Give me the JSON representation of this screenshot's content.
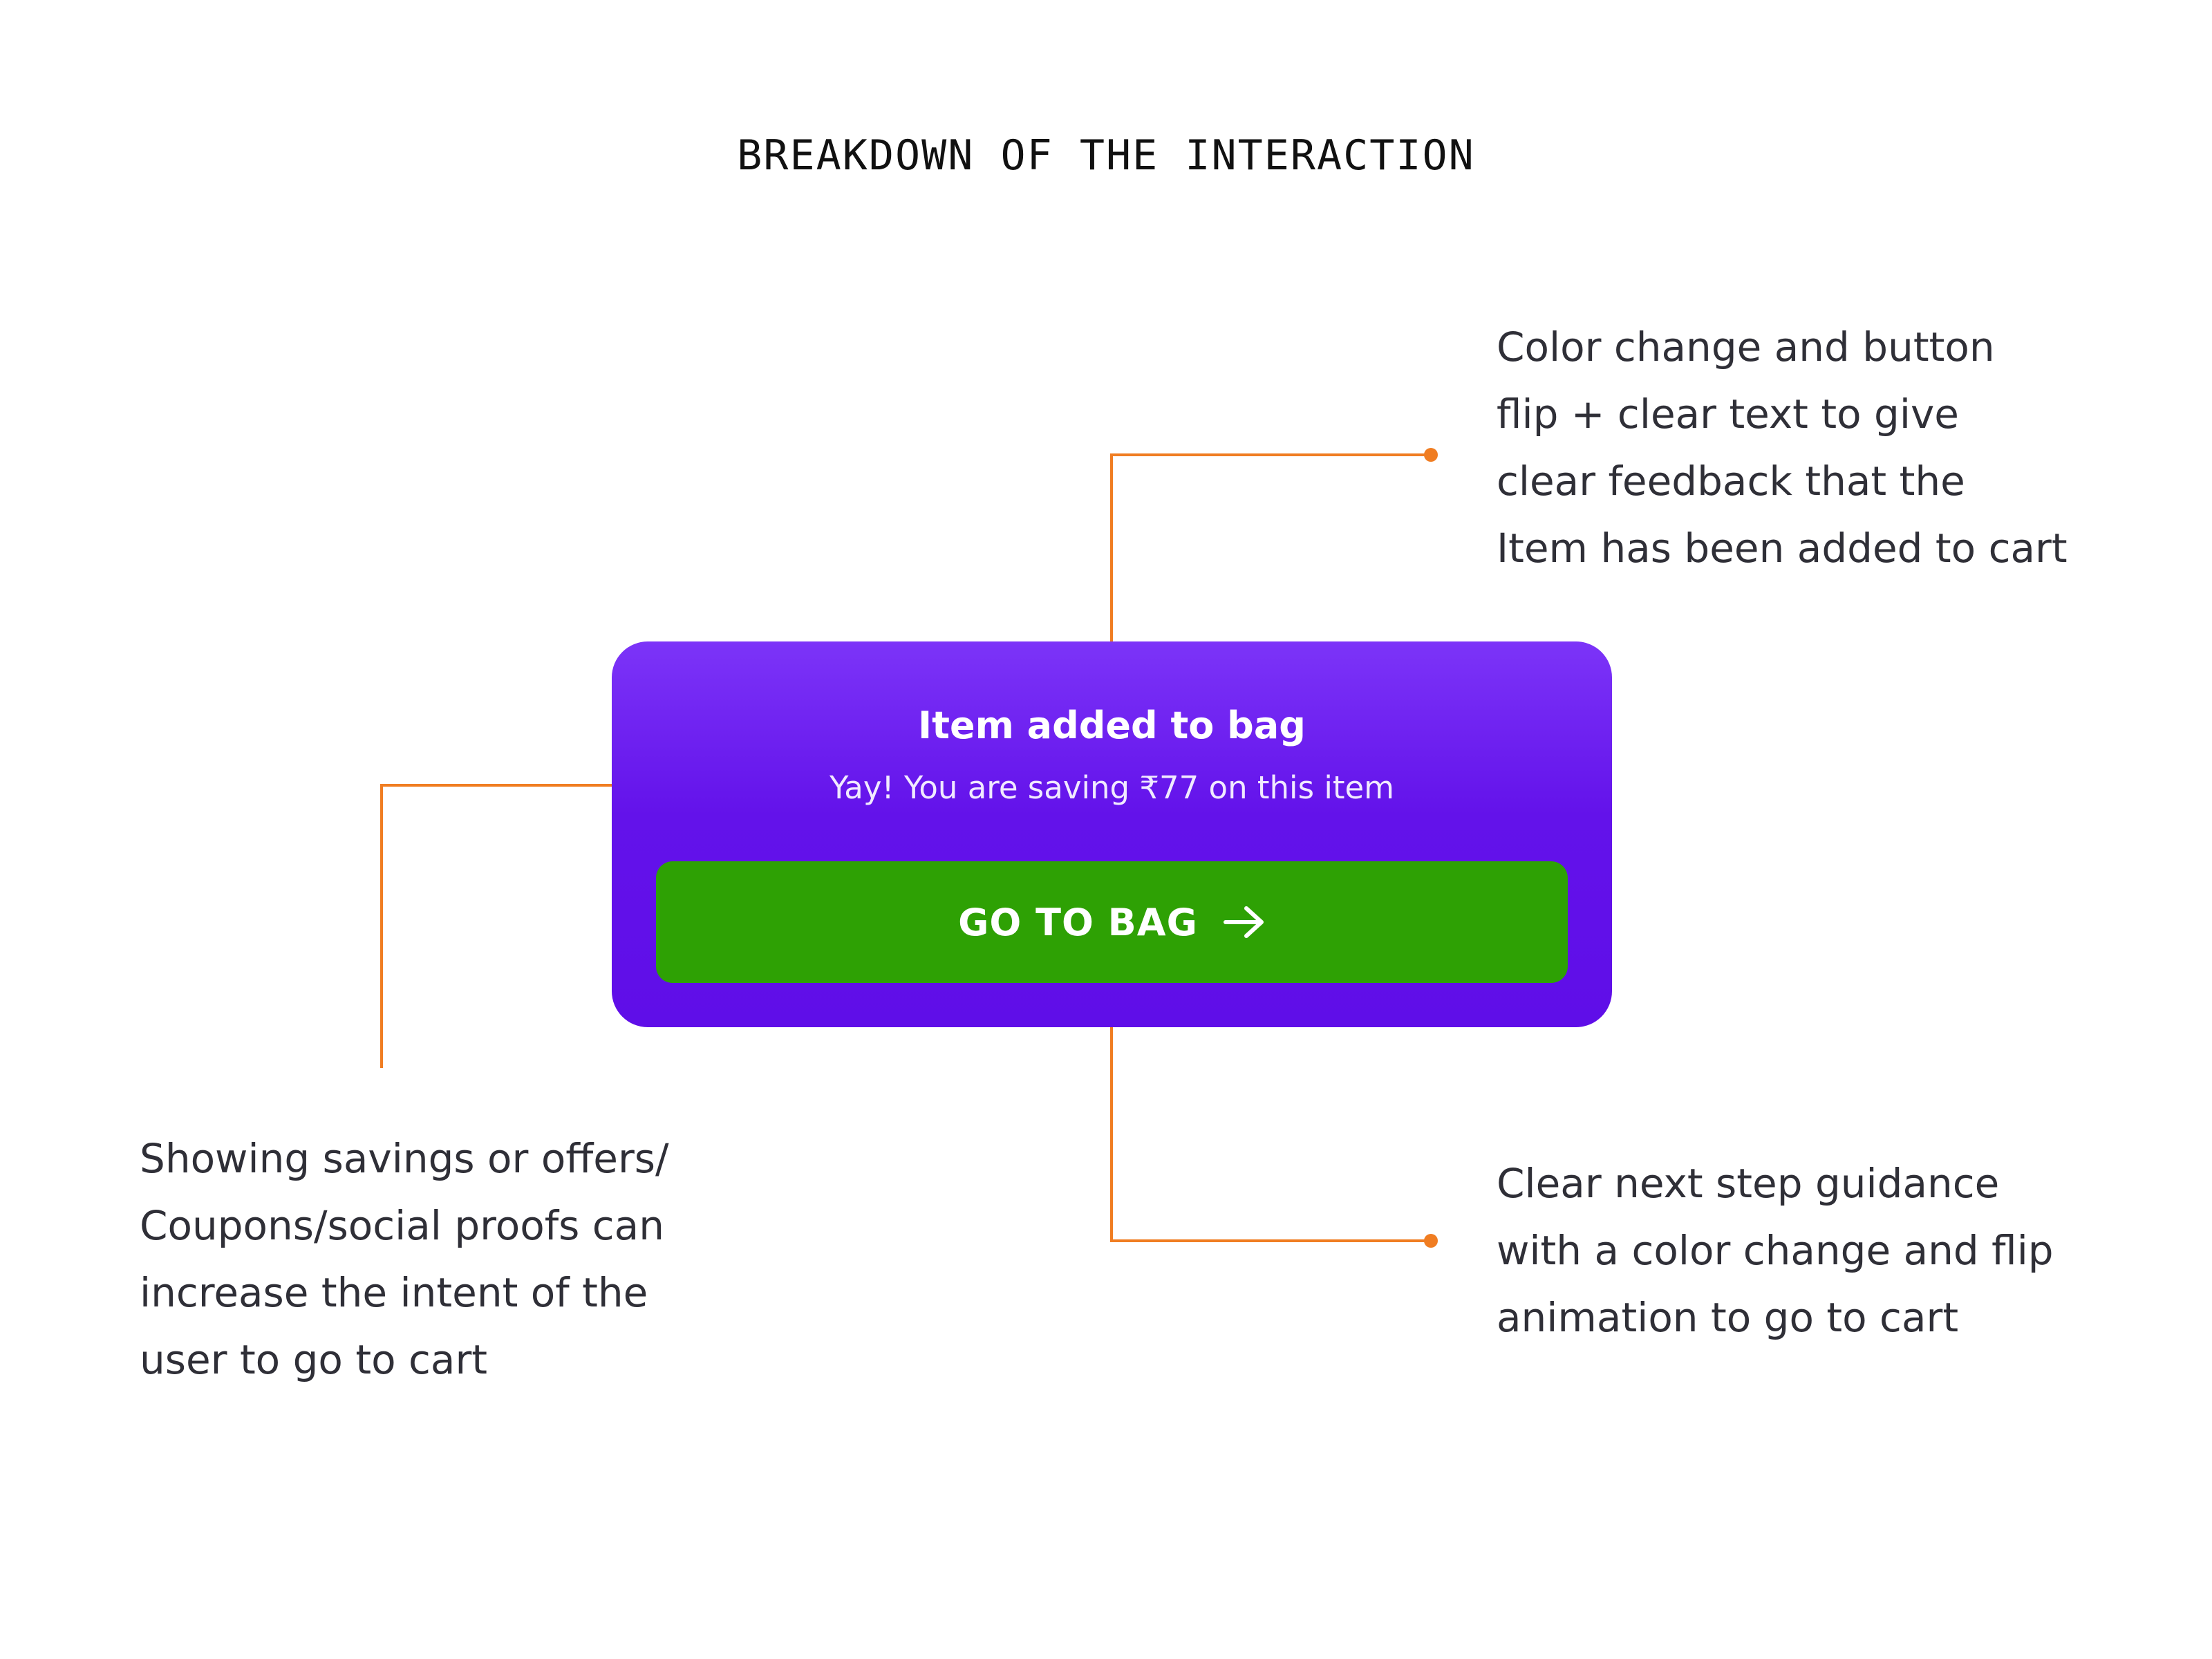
{
  "heading": "BREAKDOWN OF THE INTERACTION",
  "annotations": {
    "top_right": "Color change and button\nflip + clear text to give\nclear feedback that the\nItem has been added to cart",
    "left": "Showing savings or offers/\nCoupons/social proofs can\nincrease the intent of the\nuser to go to cart",
    "bottom_right": "Clear next step guidance\nwith a color change and flip\nanimation to go to cart"
  },
  "card": {
    "title": "Item added to bag",
    "subtitle": "Yay! You are saving ₹77 on this item",
    "button_label": "GO TO BAG",
    "button_icon": "arrow-right-icon"
  },
  "colors": {
    "card_gradient_top": "#7c34f8",
    "card_gradient_bottom": "#5f0ee8",
    "button_green": "#2ea104",
    "connector_orange": "#f07d22",
    "annotation_text": "#2f2f37"
  }
}
